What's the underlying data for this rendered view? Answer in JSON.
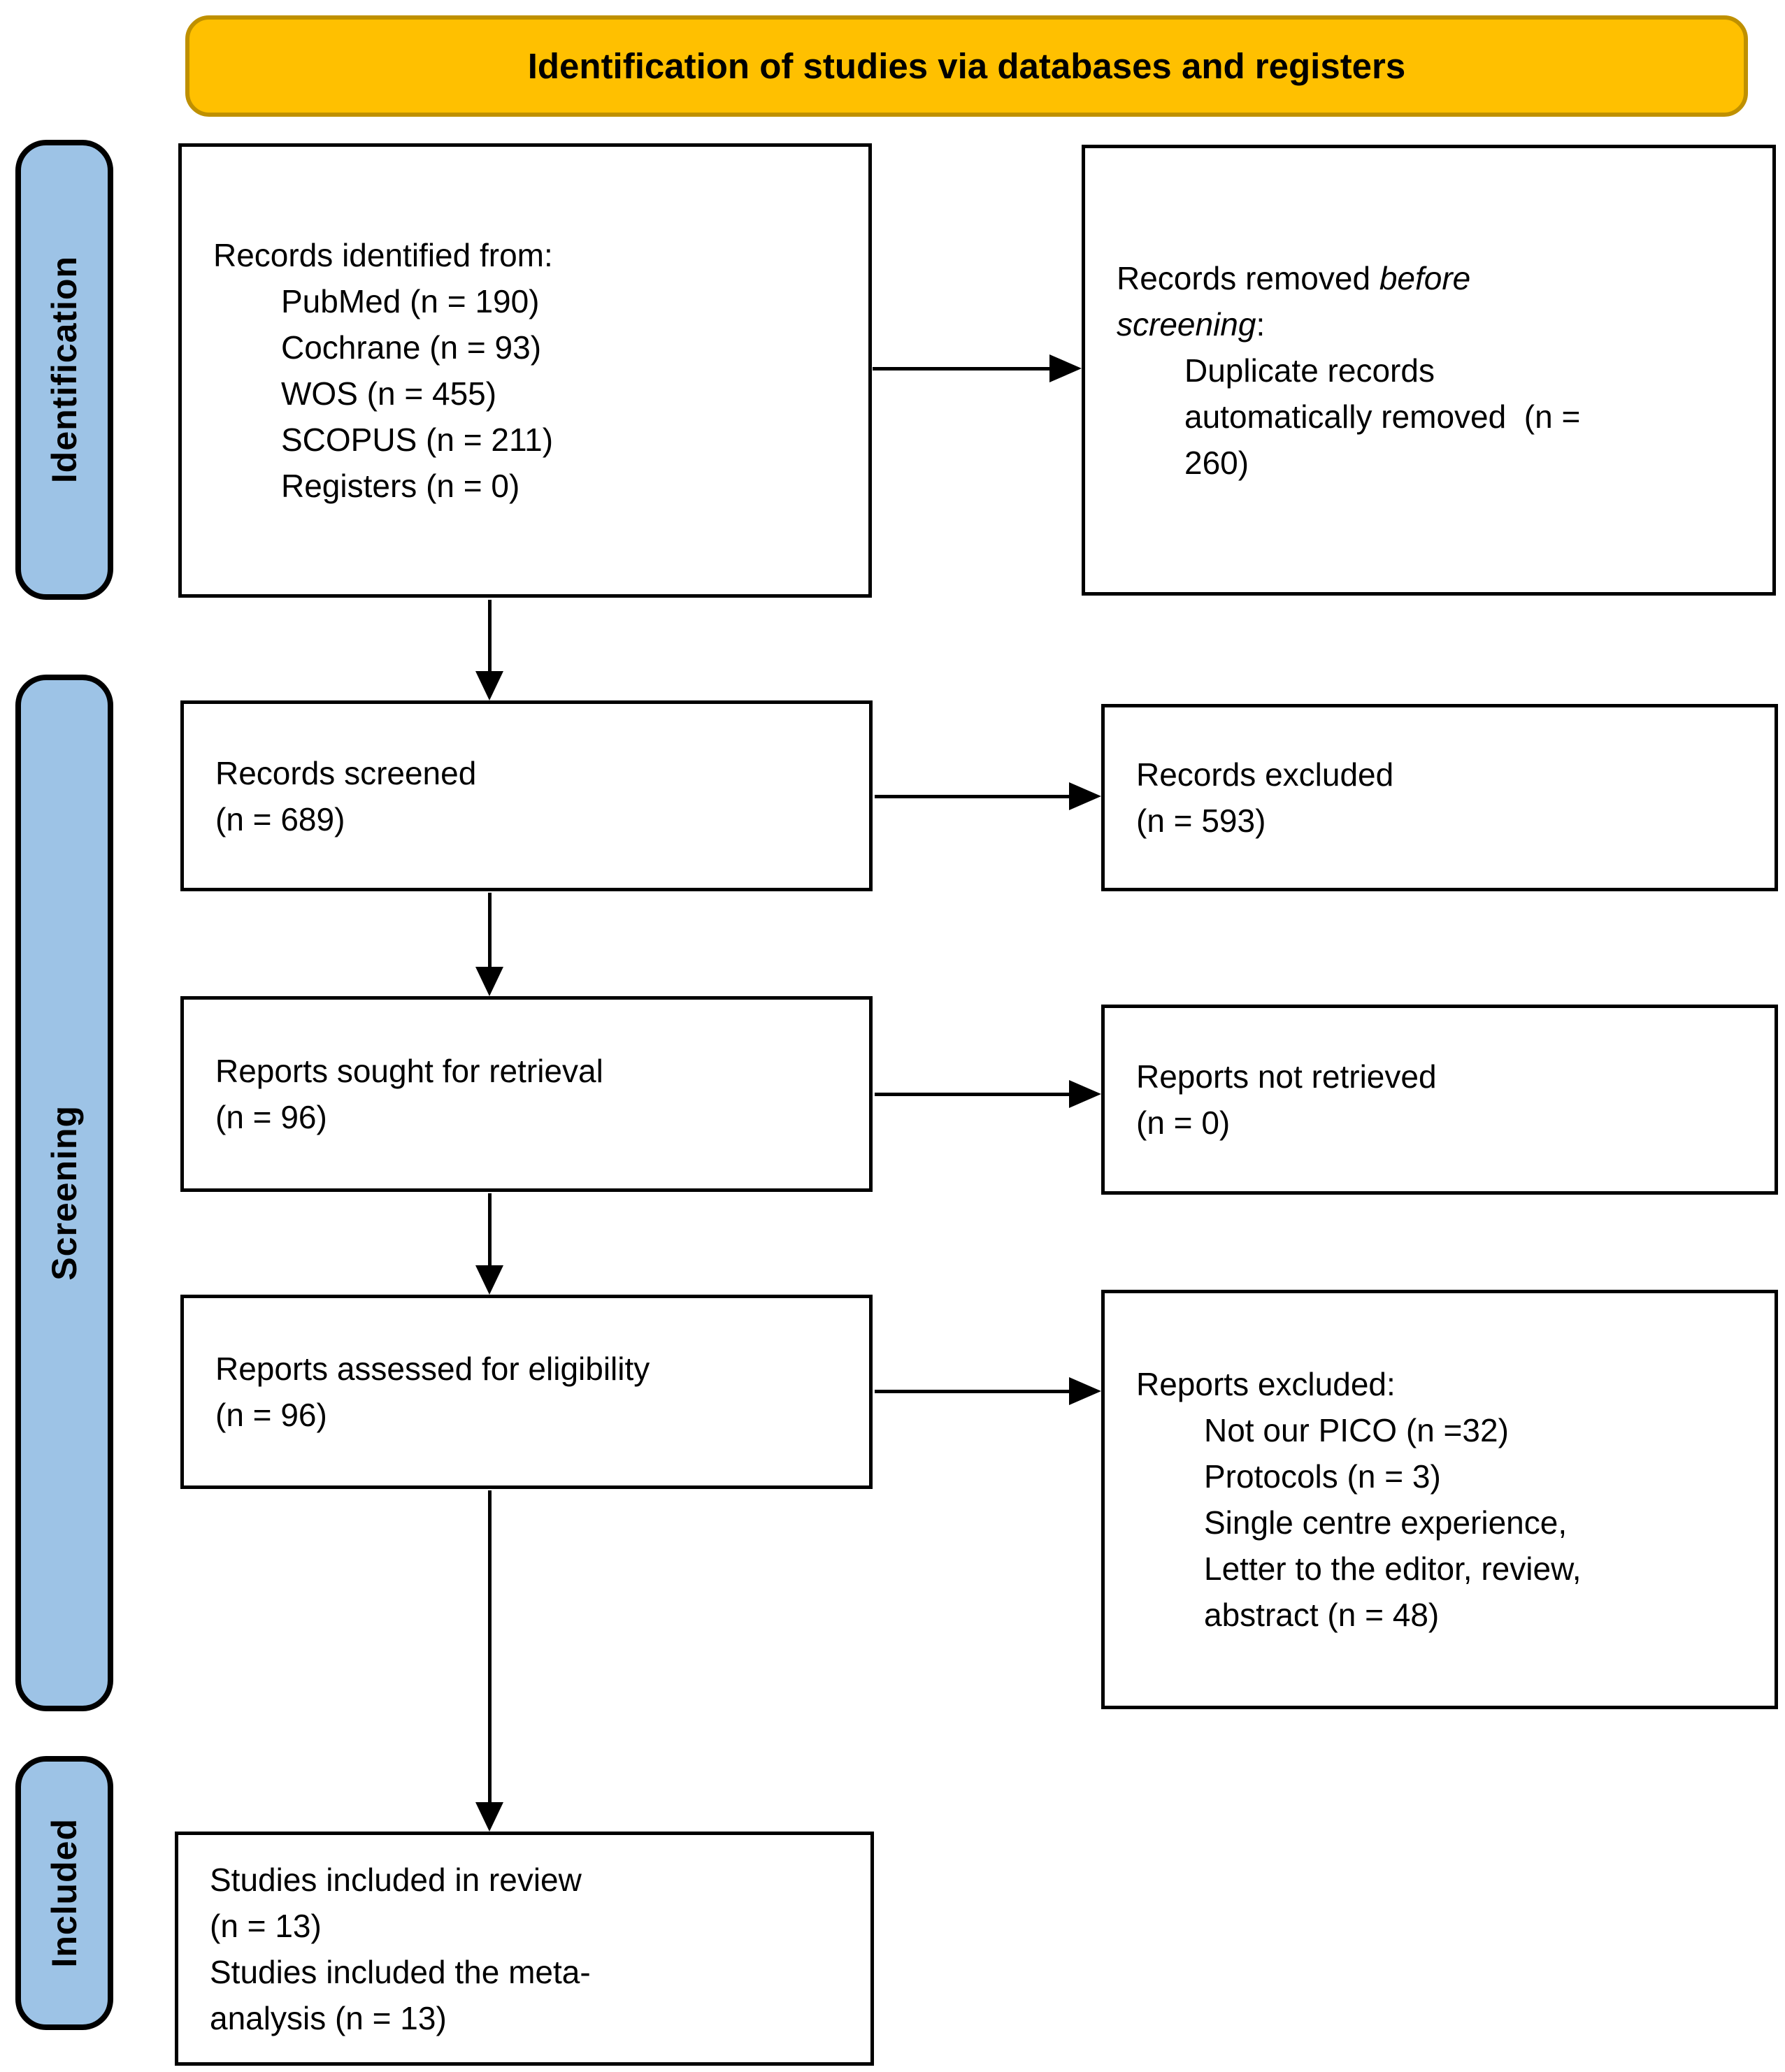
{
  "banner": {
    "label": "Identification of studies via databases and registers"
  },
  "stages": {
    "identification": "Identification",
    "screening": "Screening",
    "included": "Included"
  },
  "boxes": {
    "records_identified_from": {
      "title": "Records identified from:",
      "items": [
        "PubMed (n = 190)",
        "Cochrane (n = 93)",
        "WOS (n = 455)",
        "SCOPUS (n = 211)",
        "Registers (n = 0)"
      ]
    },
    "records_removed_before_screening": {
      "line1": {
        "normal": "Records removed ",
        "italic": "before"
      },
      "line2": {
        "italic": "screening",
        "normal": ":"
      },
      "item_lines": [
        "Duplicate records",
        "automatically removed  (n =",
        "260)"
      ]
    },
    "records_screened": {
      "lines": [
        "Records screened",
        "(n = 689)"
      ]
    },
    "records_excluded": {
      "lines": [
        "Records excluded",
        "(n = 593)"
      ]
    },
    "reports_sought": {
      "lines": [
        "Reports sought for retrieval",
        "(n = 96)"
      ]
    },
    "reports_not_retrieved": {
      "lines": [
        "Reports not retrieved",
        "(n = 0)"
      ]
    },
    "reports_assessed": {
      "lines": [
        "Reports assessed for eligibility",
        "(n = 96)"
      ]
    },
    "reports_excluded": {
      "title": "Reports excluded:",
      "item_lines": [
        "Not our PICO (n =32)",
        "Protocols (n = 3)",
        "Single centre experience,",
        "Letter to the editor, review,",
        "abstract (n = 48)"
      ]
    },
    "studies_included": {
      "lines": [
        "Studies included in review",
        "(n = 13)",
        "Studies included the meta-",
        "analysis (n = 13)"
      ]
    }
  },
  "colors": {
    "banner_fill": "#FFC000",
    "banner_border": "#BF9000",
    "stage_fill": "#9DC3E6",
    "box_fill": "#FFFFFF",
    "line_color": "#000000"
  }
}
